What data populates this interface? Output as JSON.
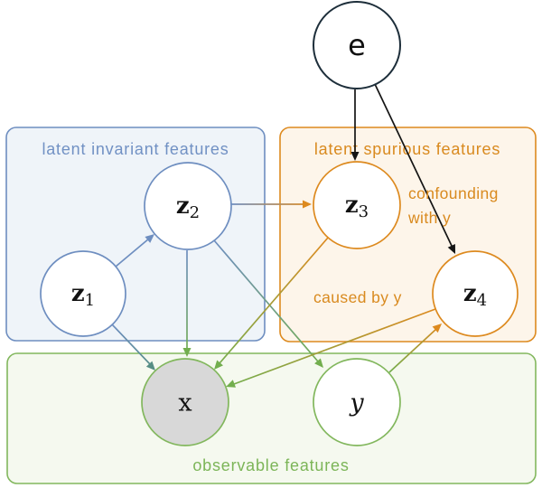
{
  "figure": {
    "type": "causal-graph-diagram",
    "background": "#ffffff",
    "arrow_black": "#141414"
  },
  "groups": {
    "invariant": {
      "label": "latent invariant features",
      "color": "#7191c4",
      "border": "#6e8ec0",
      "fill": "#eff4f9"
    },
    "spurious": {
      "label": "latent spurious features",
      "color": "#d98a1f",
      "border": "#dd8a1f",
      "fill": "#fdf5ea"
    },
    "observable": {
      "label": "observable features",
      "color": "#7cb558",
      "border": "#82b75d",
      "fill": "#f5f9ef"
    }
  },
  "nodes": {
    "e": {
      "base": "e",
      "sub": "",
      "group": "",
      "fill": "#ffffff",
      "stroke": "#1d2e3a"
    },
    "z1": {
      "base": "z",
      "sub": "1",
      "group": "invariant",
      "fill": "#ffffff",
      "stroke": "#6e8ec0"
    },
    "z2": {
      "base": "z",
      "sub": "2",
      "group": "invariant",
      "fill": "#ffffff",
      "stroke": "#6e8ec0"
    },
    "z3": {
      "base": "z",
      "sub": "3",
      "group": "spurious",
      "fill": "#ffffff",
      "stroke": "#dd8a1f"
    },
    "z4": {
      "base": "z",
      "sub": "4",
      "group": "spurious",
      "fill": "#ffffff",
      "stroke": "#dd8a1f"
    },
    "x": {
      "base": "x",
      "sub": "",
      "group": "observable",
      "fill": "#d8d8d8",
      "stroke": "#82b75d"
    },
    "y": {
      "base": "y",
      "sub": "",
      "group": "observable",
      "fill": "#ffffff",
      "stroke": "#82b75d"
    }
  },
  "annotations": {
    "confounding_line1": "confounding",
    "confounding_line2": "with y",
    "caused_by_y": "caused by y"
  },
  "edges": [
    {
      "from": "e",
      "to": "z3",
      "style": "black"
    },
    {
      "from": "e",
      "to": "z4",
      "style": "black"
    },
    {
      "from": "z1",
      "to": "z2",
      "style": "blue"
    },
    {
      "from": "z1",
      "to": "x",
      "style": "blue-to-green"
    },
    {
      "from": "z2",
      "to": "z3",
      "style": "blue-to-orange"
    },
    {
      "from": "z2",
      "to": "x",
      "style": "blue-to-green"
    },
    {
      "from": "z2",
      "to": "y",
      "style": "blue-to-green"
    },
    {
      "from": "z3",
      "to": "x",
      "style": "orange-to-green"
    },
    {
      "from": "z4",
      "to": "x",
      "style": "orange-to-green"
    },
    {
      "from": "y",
      "to": "z4",
      "style": "green-to-orange"
    }
  ]
}
